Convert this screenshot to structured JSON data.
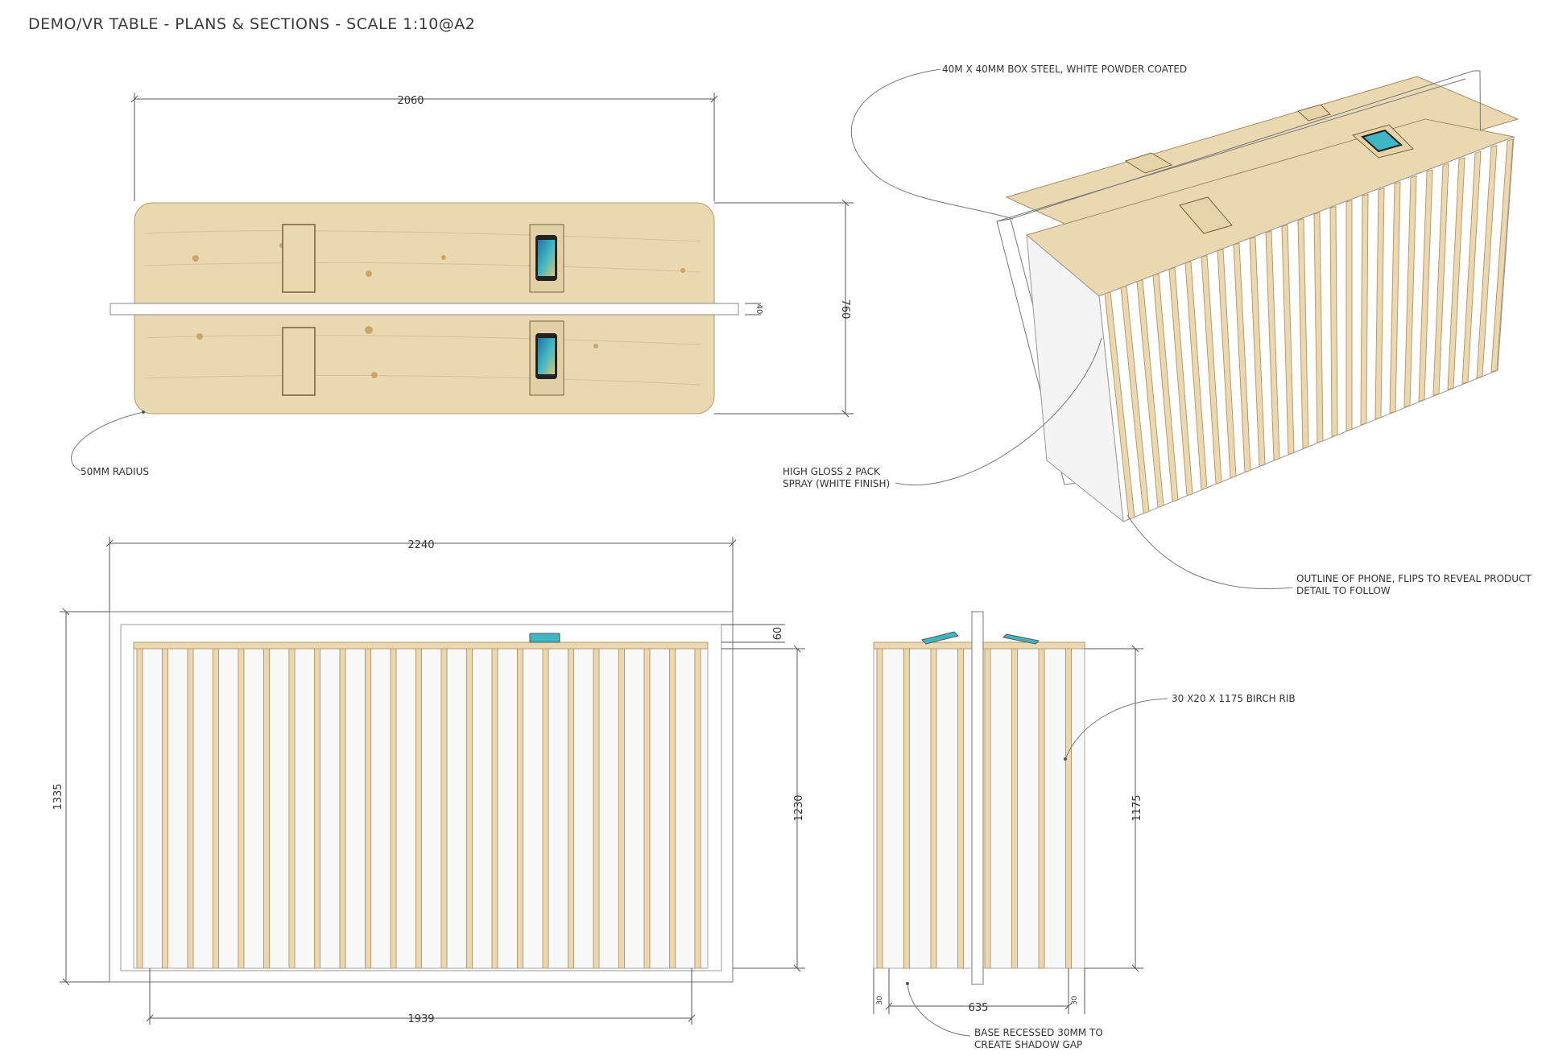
{
  "title": "DEMO/VR TABLE   - PLANS & SECTIONS - SCALE 1:10@A2",
  "plan": {
    "width_dim": "2060",
    "depth_dim": "760",
    "bar_dim": "40",
    "radius_note": "50MM RADIUS"
  },
  "front_elevation": {
    "width_dim": "2240",
    "height_dim": "1335",
    "top_dim": "60",
    "body_height_dim": "1230",
    "base_width_dim": "1939"
  },
  "side_section": {
    "rib_height_dim": "1175",
    "base_dim": "635",
    "small_dim_left": "30",
    "small_dim_right": "30",
    "rib_note": "30 X20 X 1175 BIRCH RIB",
    "base_note_line1": "BASE RECESSED 30MM TO",
    "base_note_line2": "CREATE SHADOW GAP"
  },
  "perspective": {
    "steel_note": "40M X 40MM BOX STEEL, WHITE POWDER COATED",
    "gloss_note_line1": "HIGH GLOSS 2 PACK",
    "gloss_note_line2": "SPRAY (WHITE FINISH)",
    "phone_note_line1": "OUTLINE OF PHONE, FLIPS TO REVEAL PRODUCT",
    "phone_note_line2": "DETAIL TO FOLLOW"
  },
  "colors": {
    "wood": "#ead8b3",
    "wood_edge": "#b89a68",
    "phone_screen": "#3fb6c4",
    "line": "#555555"
  }
}
